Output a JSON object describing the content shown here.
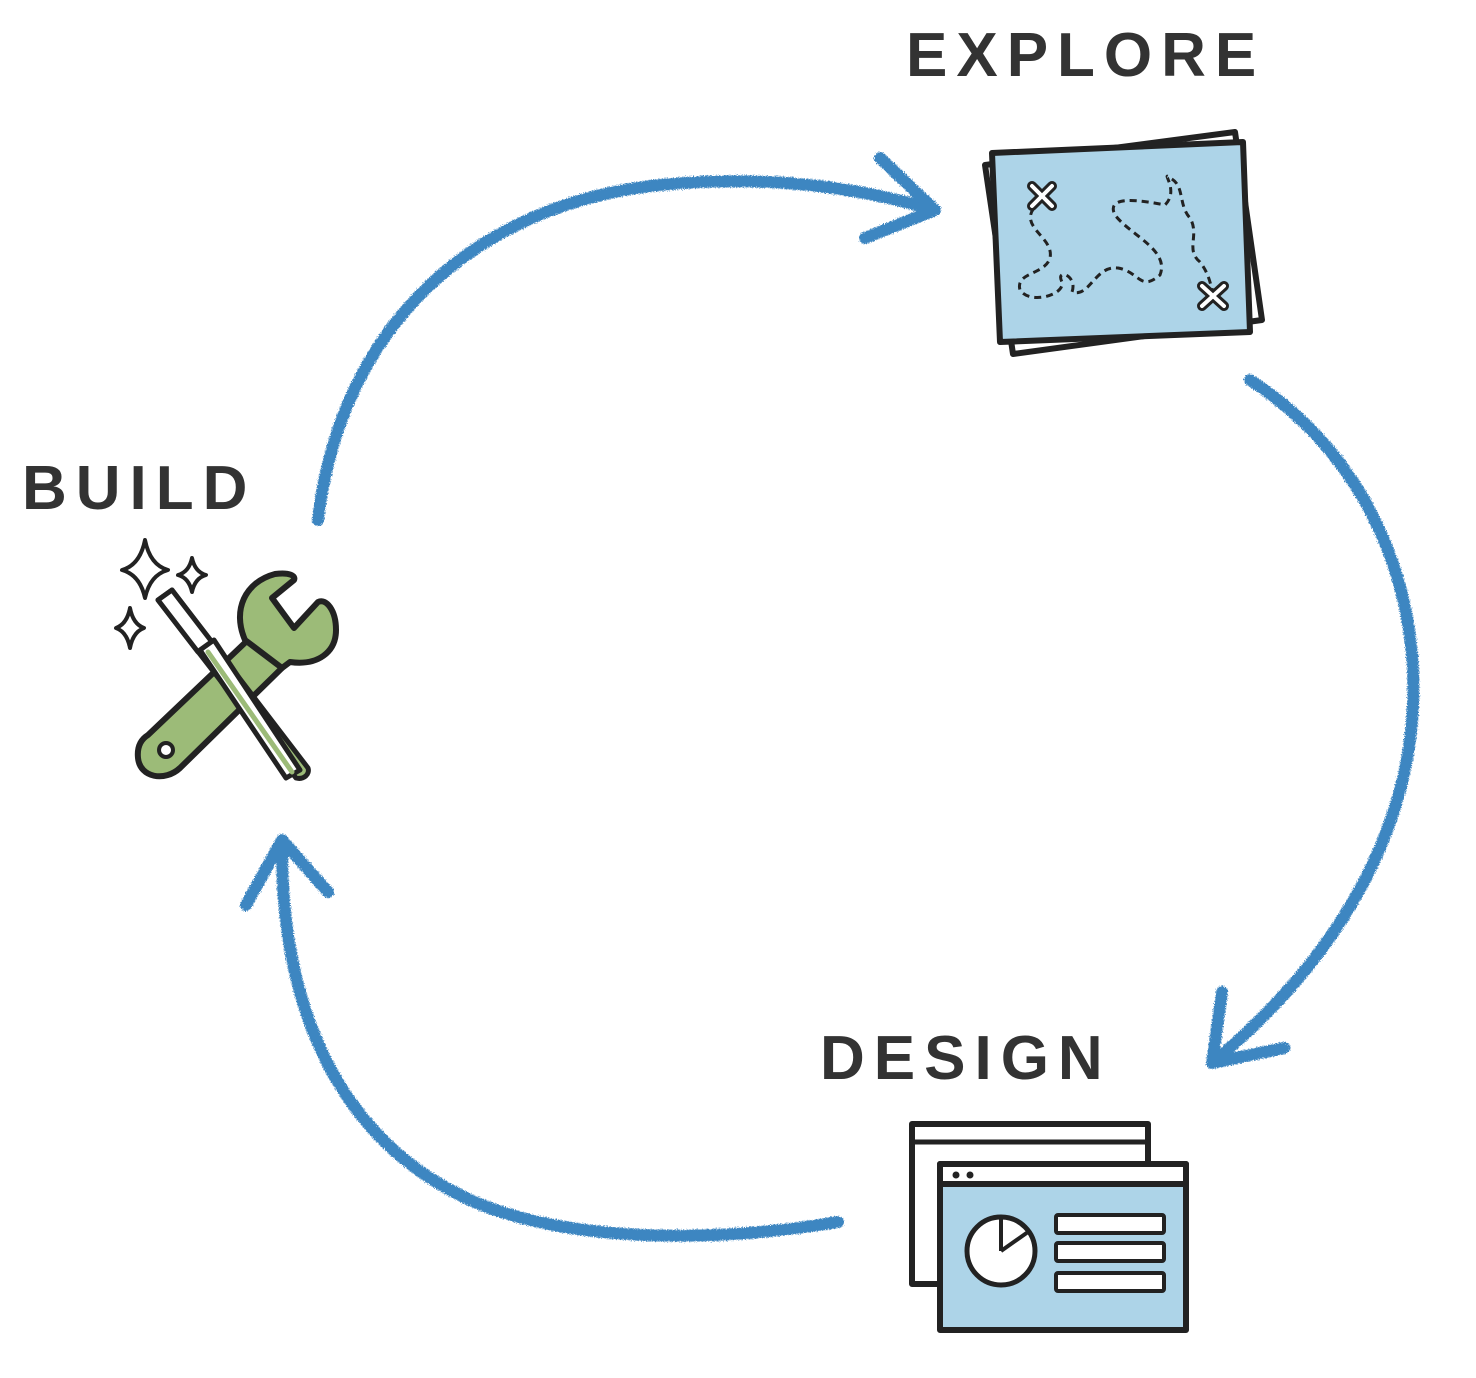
{
  "stages": {
    "explore": {
      "label": "EXPLORE",
      "icon": "treasure-map-icon"
    },
    "design": {
      "label": "DESIGN",
      "icon": "browser-windows-icon"
    },
    "build": {
      "label": "BUILD",
      "icon": "wrench-and-wand-icon"
    }
  },
  "cycle": [
    "BUILD",
    "EXPLORE",
    "DESIGN"
  ],
  "colors": {
    "arrow": "#3E86C1",
    "map_fill": "#ADD4E8",
    "design_fill": "#ADD4E8",
    "wrench_fill": "#9CBB78",
    "outline": "#222222",
    "label": "#333333"
  }
}
